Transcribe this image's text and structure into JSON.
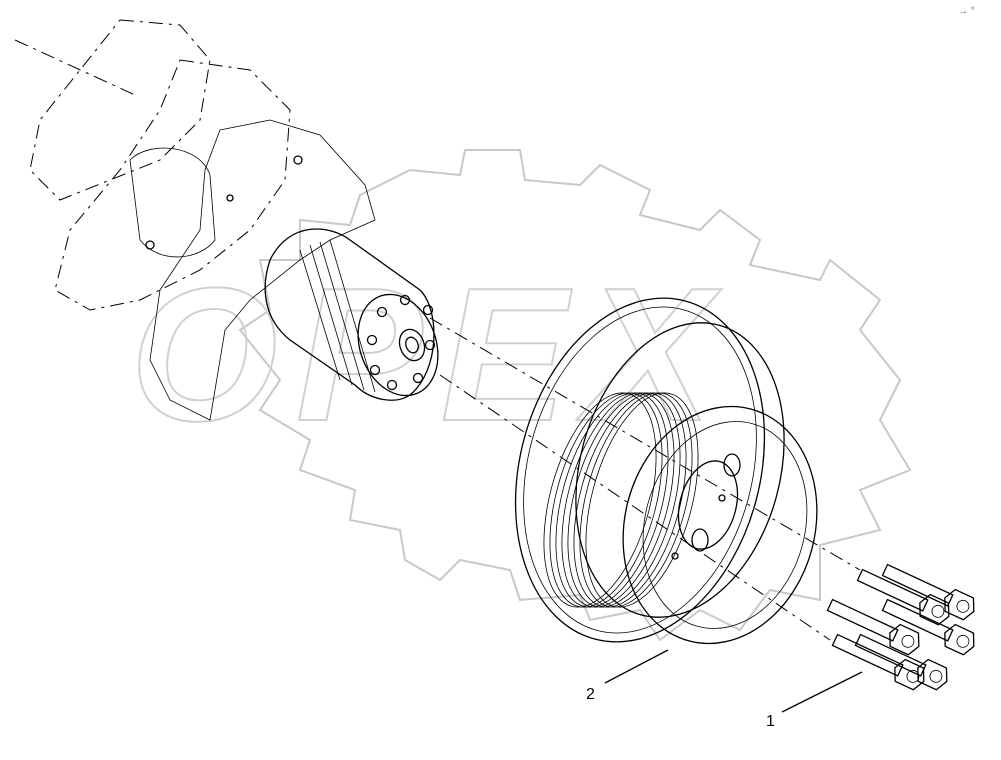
{
  "diagram": {
    "description_free": true,
    "callouts": [
      {
        "number": "2",
        "part": "pulley"
      },
      {
        "number": "1",
        "part": "bolts"
      }
    ],
    "corner_mark": "→ °",
    "watermark": "OPEX"
  }
}
